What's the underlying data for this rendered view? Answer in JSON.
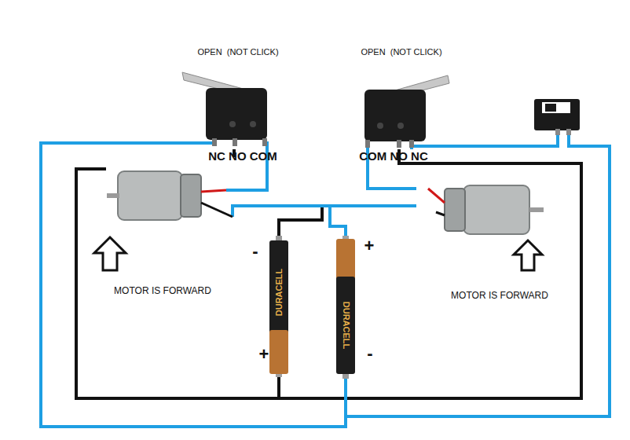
{
  "diagram": {
    "labels": [
      "OPEN  (NOT CLICK)",
      "OPEN  (NOT CLICK)",
      "NC NO COM",
      "COM NO NC",
      "-",
      "+",
      "DURACELL",
      "DURACELL",
      "+",
      "-",
      "MOTOR IS FORWARD",
      "MOTOR IS FORWARD"
    ]
  }
}
